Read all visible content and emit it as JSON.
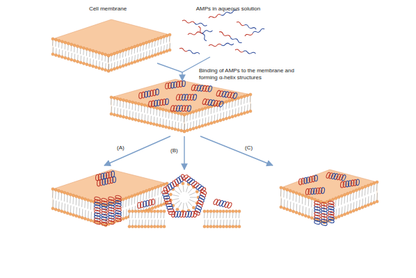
{
  "diagram": {
    "labels": [
      "Cell membrane",
      "AMPs in aqueous solution",
      "Binding of AMPs to the membrane and forming α-helix structures",
      "(A)",
      "(B)",
      "(C)"
    ]
  }
}
